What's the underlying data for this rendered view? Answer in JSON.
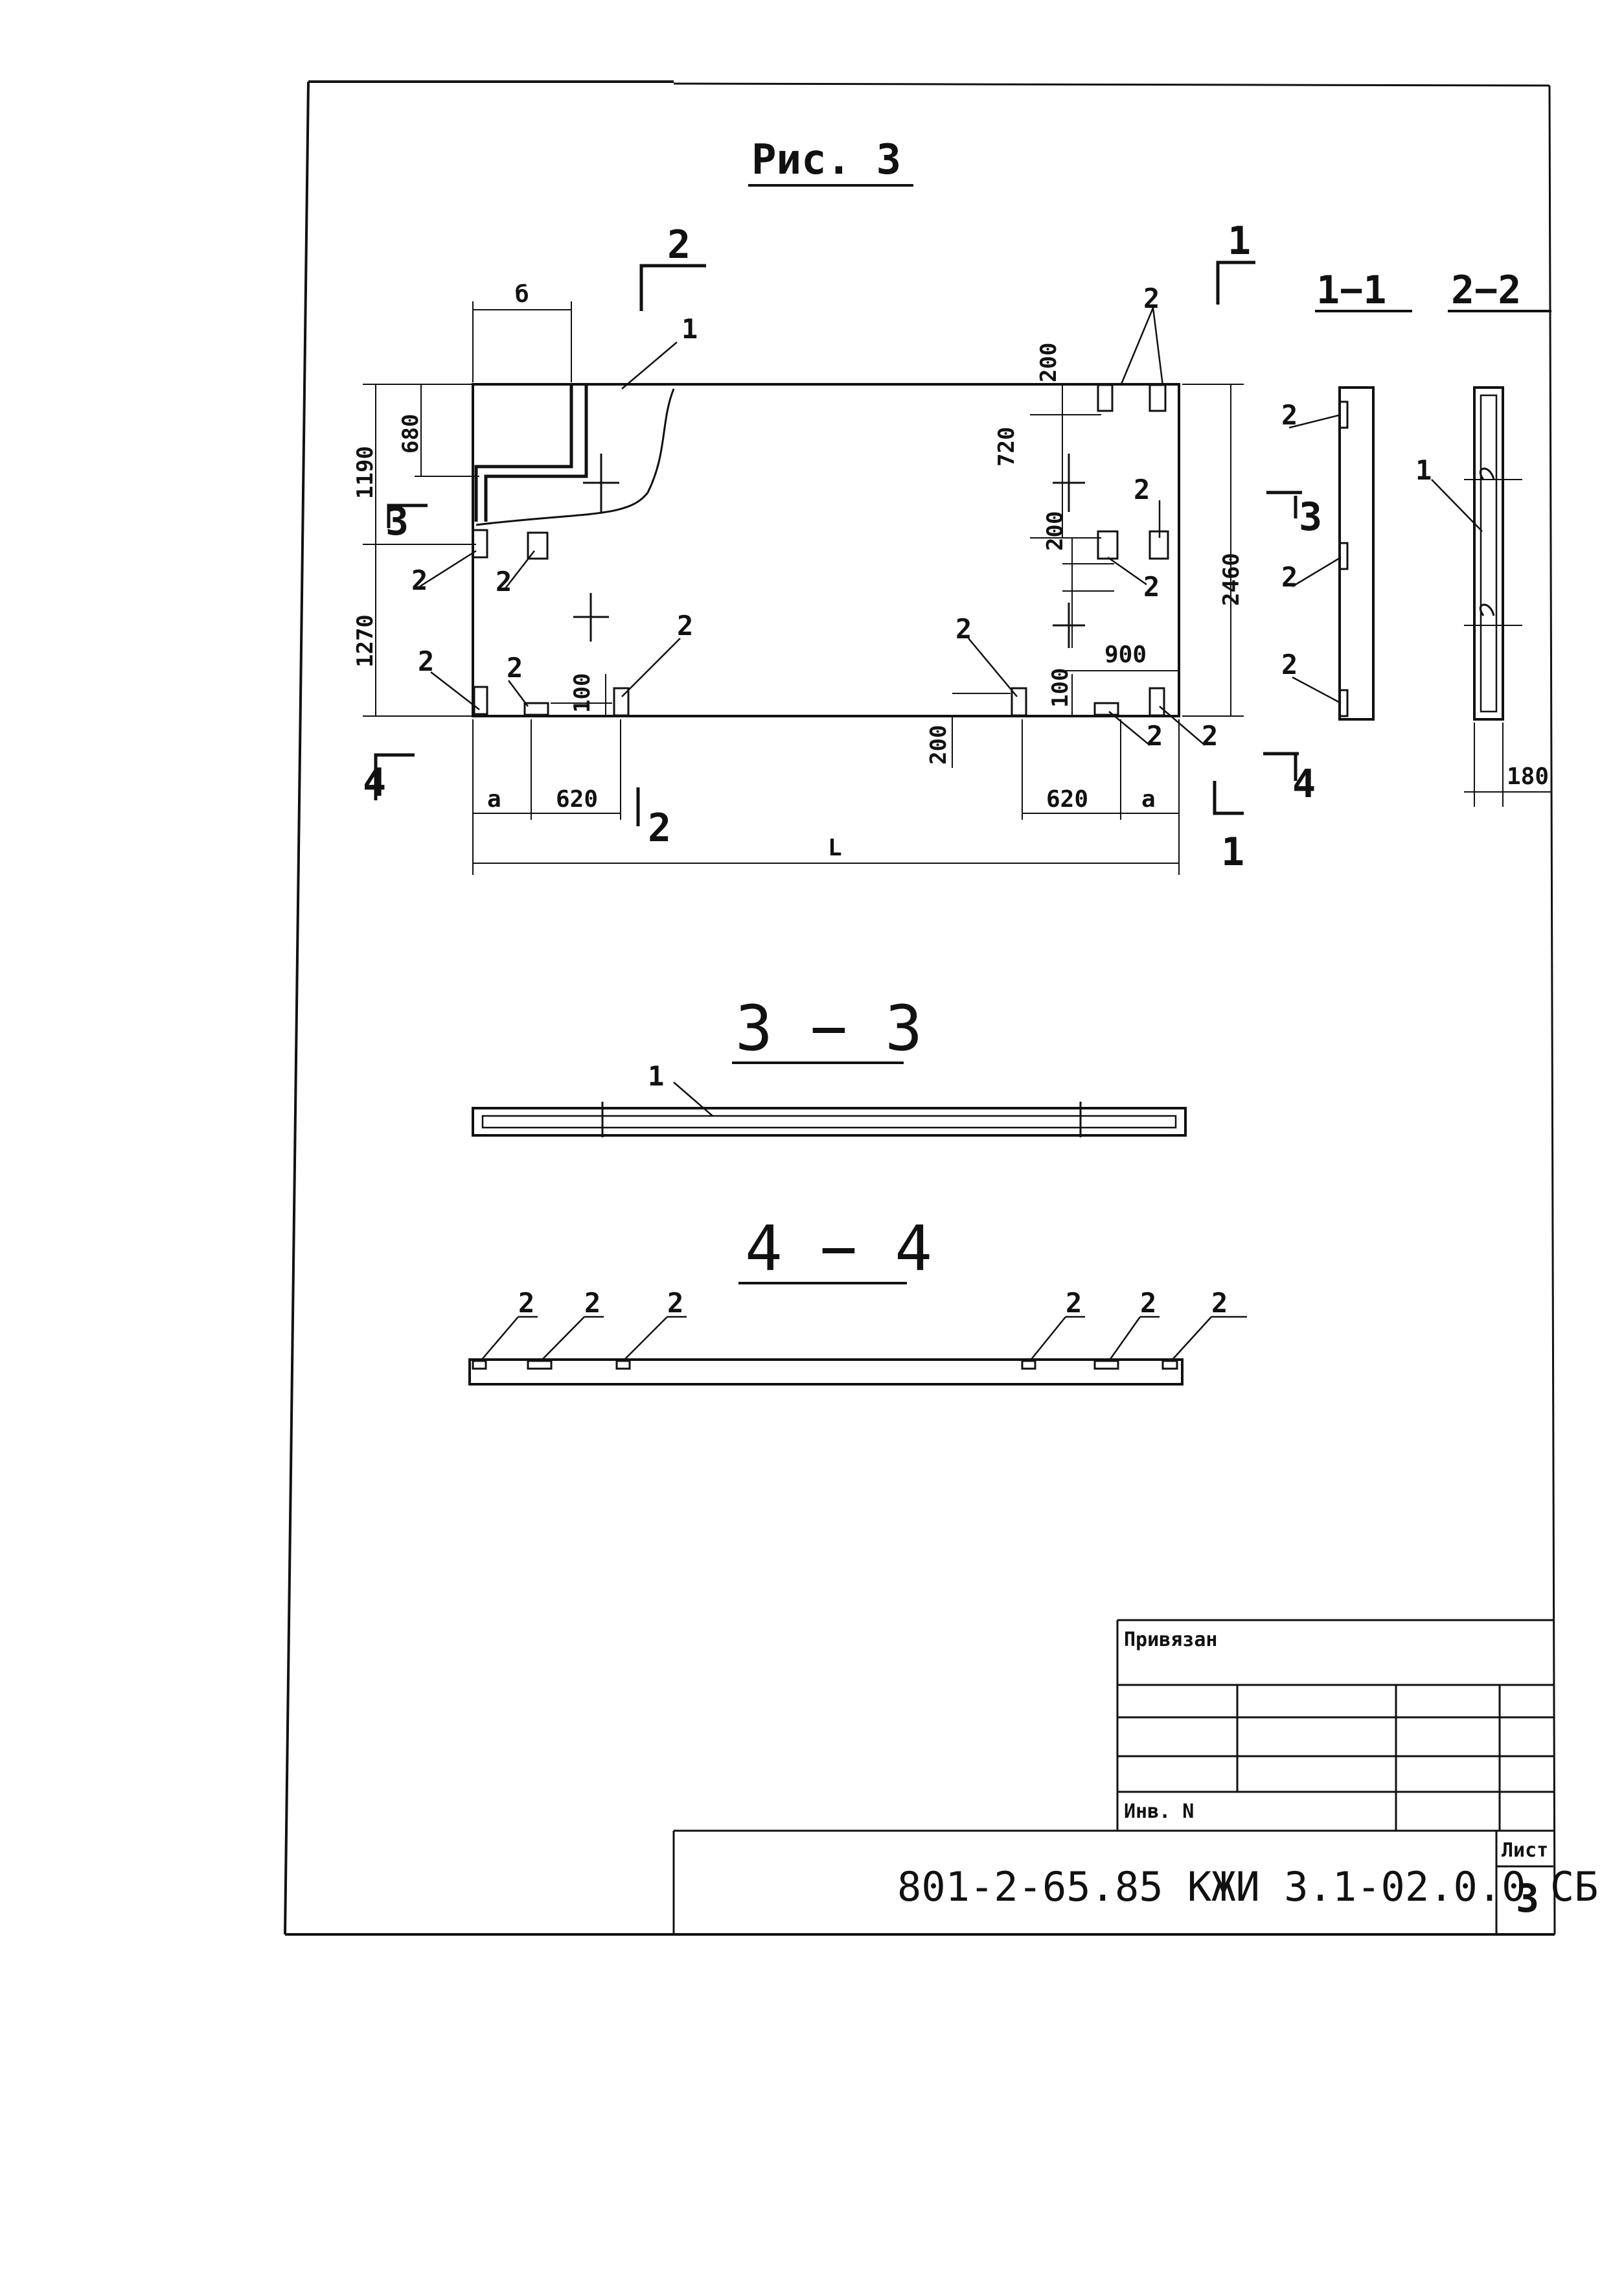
{
  "figure": {
    "title": "Рис. 3"
  },
  "plan": {
    "dims": {
      "b": "б",
      "a_left": "a",
      "a_right": "a",
      "w620_left": "620",
      "w620_right": "620",
      "L": "L",
      "h680": "680",
      "h1190": "1190",
      "h1270": "1270",
      "h200_top": "200",
      "h720": "720",
      "h200_mid": "200",
      "h2460": "2460",
      "w900": "900",
      "h100_left": "100",
      "h100_right": "100",
      "h200_bottom": "200"
    },
    "callouts": {
      "part1": "1",
      "part2": "2"
    },
    "section_marks": {
      "s1": "1",
      "s2": "2",
      "s3": "3",
      "s4": "4"
    }
  },
  "sections": {
    "s1_1": {
      "title": "1−1",
      "labels": [
        "2",
        "2",
        "2"
      ]
    },
    "s2_2": {
      "title": "2−2",
      "labels": [
        "1"
      ],
      "dim": "180"
    },
    "s3_3": {
      "title": "3 − 3",
      "label": "1"
    },
    "s4_4": {
      "title": "4 − 4",
      "labels": [
        "2",
        "2",
        "2",
        "2",
        "2",
        "2"
      ]
    }
  },
  "title_block": {
    "privyazan": "Привязан",
    "inv_no": "Инв. N",
    "code": "801-2-65.85 КЖИ 3.1-02.0.0 СБ",
    "sheet_label": "Лист",
    "sheet_no": "3"
  }
}
